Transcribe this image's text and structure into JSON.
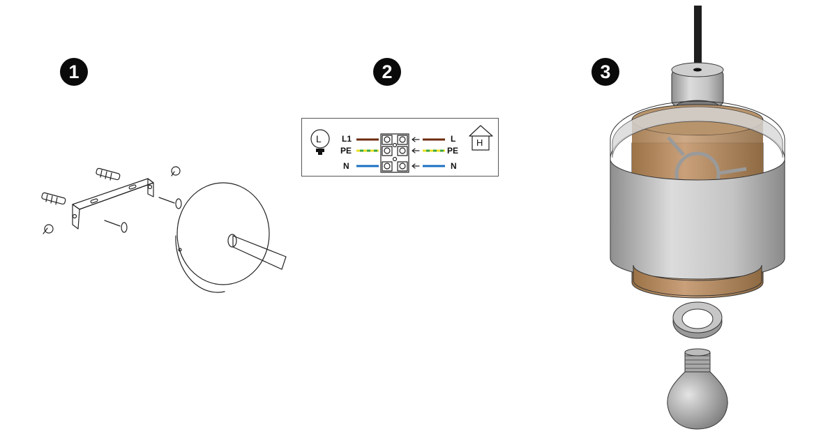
{
  "steps": [
    {
      "number": "1"
    },
    {
      "number": "2"
    },
    {
      "number": "3"
    }
  ],
  "wiring": {
    "left_labels": [
      "L1",
      "PE",
      "N"
    ],
    "right_labels": [
      "L",
      "PE",
      "N"
    ],
    "lamp_symbol_letter": "L",
    "house_symbol_letter": "H",
    "colors": {
      "live": "#6b2a0c",
      "earth_green": "#3aa53a",
      "earth_yellow": "#e8e020",
      "neutral": "#1b6fc0"
    }
  },
  "icons": [
    "lamp-icon",
    "house-icon",
    "terminal-block-icon"
  ]
}
